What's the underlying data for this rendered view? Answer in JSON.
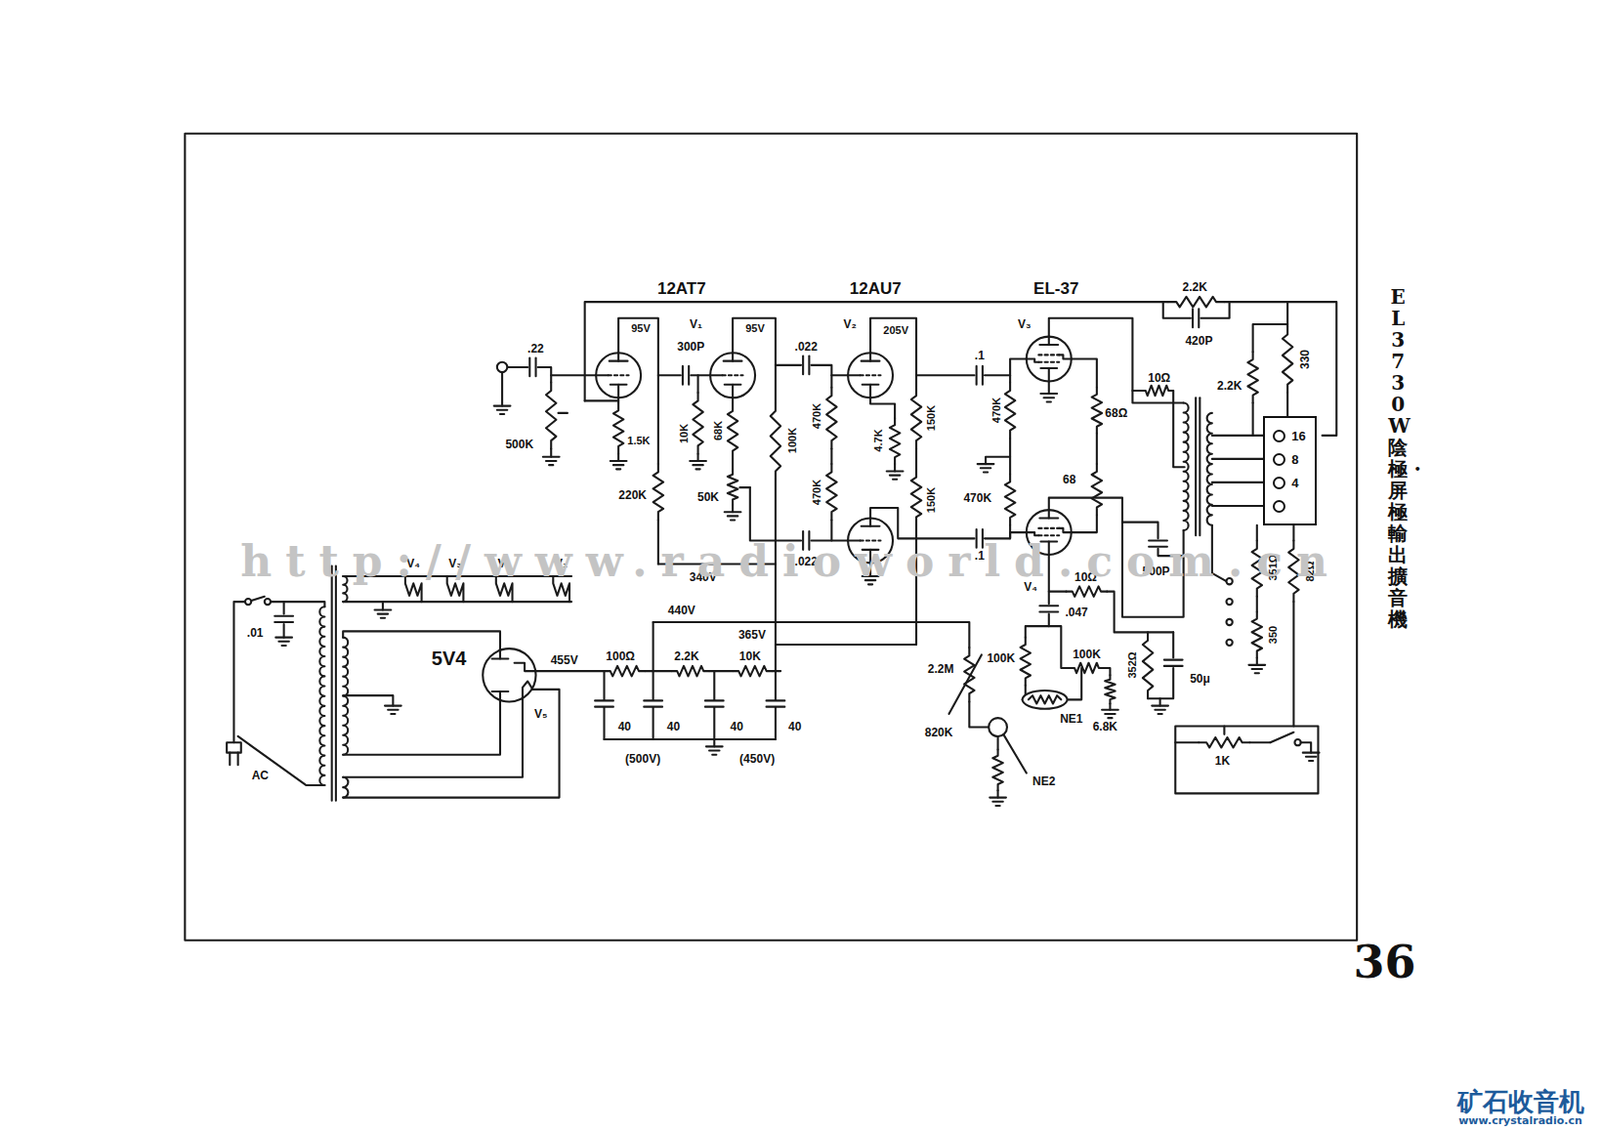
{
  "diagram": {
    "title": "EL37 30W 陰極・屏極輸出擴音機",
    "nodes": [
      {
        "text": [
          "16",
          "8",
          "4"
        ]
      }
    ],
    "labels": [
      "12AT7",
      "12AU7",
      "EL-37",
      "2.2K",
      "420P",
      "V₁",
      "95V",
      "95V",
      ".22",
      "300P",
      "V₂",
      "205V",
      ".022",
      "V₃",
      ".1",
      "10Ω",
      "68Ω",
      "330",
      "2.2K",
      "500K",
      "1.5K",
      "10K",
      "68K",
      "100K",
      "470K",
      "4.7K",
      "470K",
      "150K",
      "150K",
      "470K",
      "470K",
      "220K",
      "50K",
      "68",
      ".022",
      ".1",
      "340V",
      "V₄",
      "V₄",
      "V₃",
      "V₂",
      "V₁",
      "500P",
      "10Ω",
      "351Ω",
      "82Ω",
      ".047",
      "350",
      "440V",
      "365V",
      ".01",
      "5V4",
      "455V",
      "100Ω",
      "2.2K",
      "10K",
      "2.2M",
      "100K",
      "100K",
      "352Ω",
      "50μ",
      "V₅",
      "NE1",
      "820K",
      "6.8K",
      "NE2",
      "40",
      "40",
      "40",
      "40",
      "(500V)",
      "(450V)",
      "AC",
      "1K",
      "36",
      "http://www.radioworld.com.cn",
      "矿石收音机",
      "www.crystalradio.cn"
    ]
  }
}
